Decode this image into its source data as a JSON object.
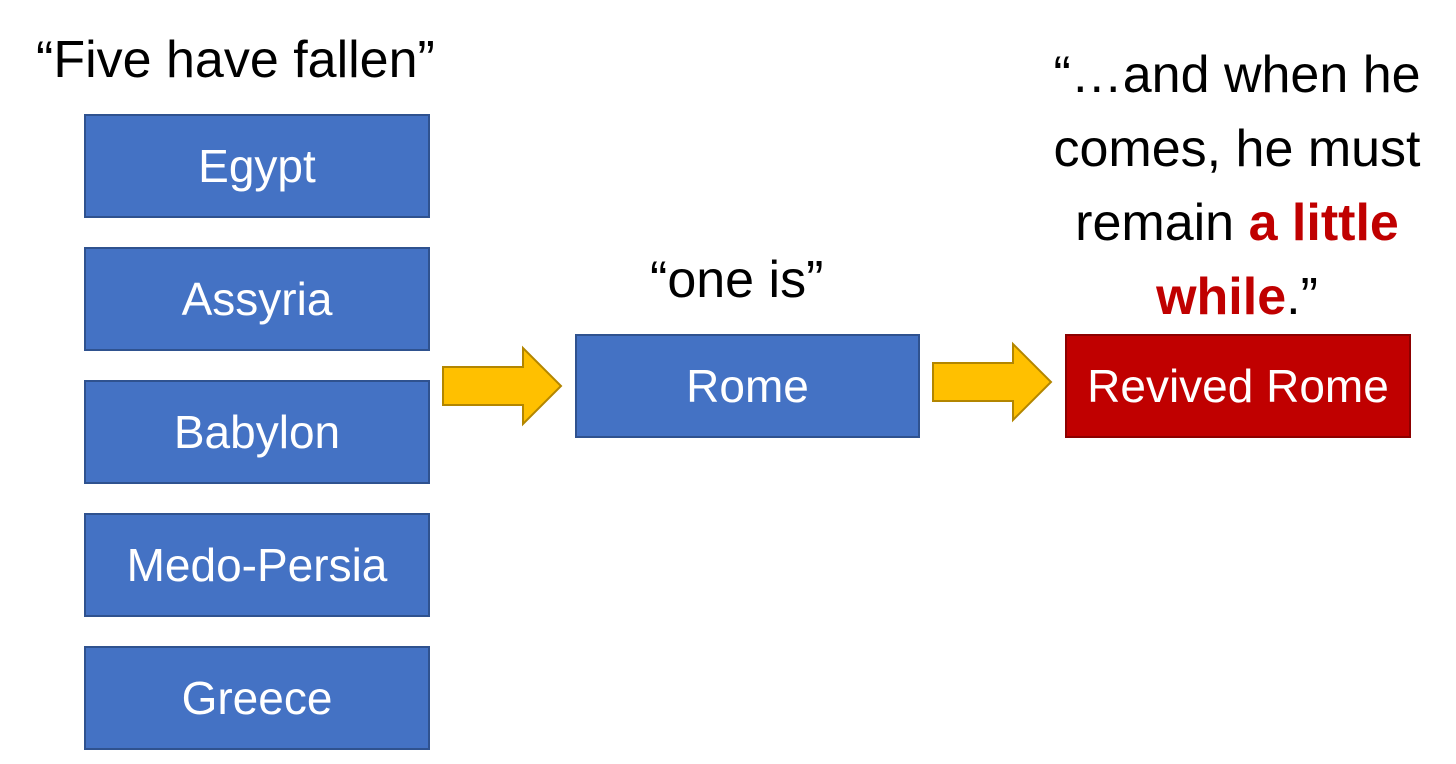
{
  "captions": {
    "fallen": "“Five have fallen”",
    "one_is": "“one is”",
    "when_before": "“…and when he comes, he must remain ",
    "when_accent": "a little while",
    "when_after": ".”"
  },
  "fallen_kingdoms": [
    "Egypt",
    "Assyria",
    "Babylon",
    "Medo-Persia",
    "Greece"
  ],
  "current_kingdom": "Rome",
  "future_kingdom": "Revived Rome",
  "colors": {
    "box_blue": "#4472c4",
    "box_red": "#c00000",
    "arrow_fill": "#ffc000",
    "accent_text": "#c00000"
  },
  "icons": {
    "arrow": "right-arrow-icon"
  }
}
